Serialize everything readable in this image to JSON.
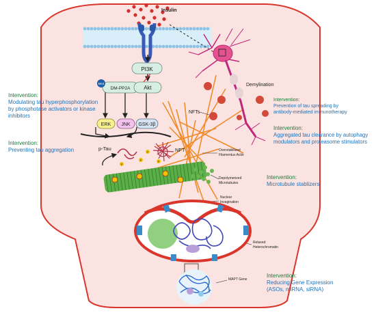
{
  "labels": {
    "insulin": "Insulin",
    "pi3k": "PI3K",
    "akt": "Akt",
    "me3": "Me3",
    "dm_pp2a": "DM-PP2A",
    "erk": "ERK",
    "jnk": "JNK",
    "gsk3b": "GSK-3β",
    "p_tau": "p-Tau",
    "nft": "NFT",
    "overstabilized_actin_1": "Overstabilized",
    "overstabilized_actin_2": "Filamentus Actin",
    "depolymerized_mt_1": "Depolymerized",
    "depolymerized_mt_2": "Microtubules",
    "nuclear_invag_1": "Nuclear",
    "nuclear_invag_2": "Invagination",
    "relaxed_hetero_1": "Relaxed",
    "relaxed_hetero_2": "Heterochromatin",
    "mapt_gene": "MAPT Gene",
    "demylination": "Demylination",
    "nfts": "NFTs",
    "p": "P"
  },
  "interventions": {
    "heading": "Intervention",
    "phosphorylation": {
      "line1": "Modulating tau hyperphosphorylation",
      "line2": "by phosphotase activators or kinase",
      "line3": "inhibitors"
    },
    "aggregation": {
      "line1": "Preventing tau aggregation"
    },
    "spreading": {
      "line1": "Prevention of tau spreading by",
      "line2": "antibody-mediated immunotherapy"
    },
    "clearance": {
      "line1": "Aggregated tau clearance by autophagy",
      "line2": "modulators and proteasome stimulators"
    },
    "microtubule": {
      "line1": "Microtubule stablizers"
    },
    "gene": {
      "line1": "Reducing Gene Expression",
      "line2": "(ASOs, miRNA, siRNA)"
    }
  },
  "colors": {
    "cell_fill": "#fbe3e1",
    "cell_border": "#d9352b",
    "intervention_heading": "#1c7a3a",
    "intervention_text": "#1f72b8",
    "neuron": "#c0267a",
    "tau_nft": "#b0334b",
    "microtubule": "#3c9a3a",
    "phospho": "#f2c200",
    "actin": "#f08b2a"
  }
}
